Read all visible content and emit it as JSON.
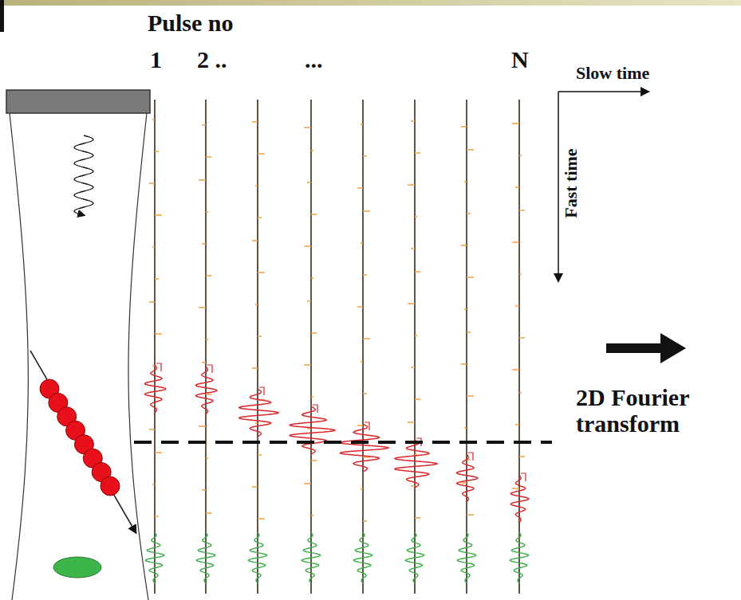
{
  "diagram": {
    "labels": [
      "Pulse no",
      "1",
      "2 ..",
      "...",
      "N",
      "Slow time",
      "Fast time",
      "2D Fourier transform"
    ]
  }
}
